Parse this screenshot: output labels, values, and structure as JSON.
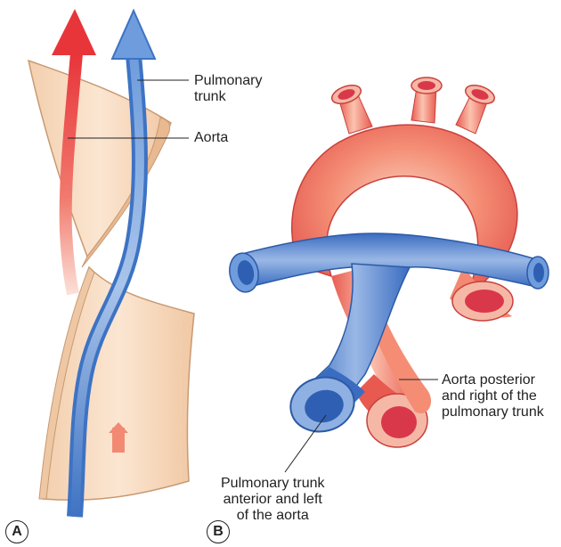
{
  "labels": {
    "pulmonary_trunk": [
      "Pulmonary",
      "trunk"
    ],
    "aorta": "Aorta",
    "aorta_posterior": [
      "Aorta posterior",
      "and right of the",
      "pulmonary trunk"
    ],
    "pulmonary_anterior": [
      "Pulmonary trunk",
      "anterior and left",
      "of the aorta"
    ]
  },
  "panels": {
    "a": "A",
    "b": "B"
  },
  "colors": {
    "aorta_red": "#e8494a",
    "aorta_light": "#f7a58f",
    "pulmonary_blue": "#3d73c4",
    "pulmonary_light": "#a9c4ea",
    "septum_fill": "#f8dcc2",
    "septum_edge": "#c89a72",
    "line": "#222222"
  }
}
